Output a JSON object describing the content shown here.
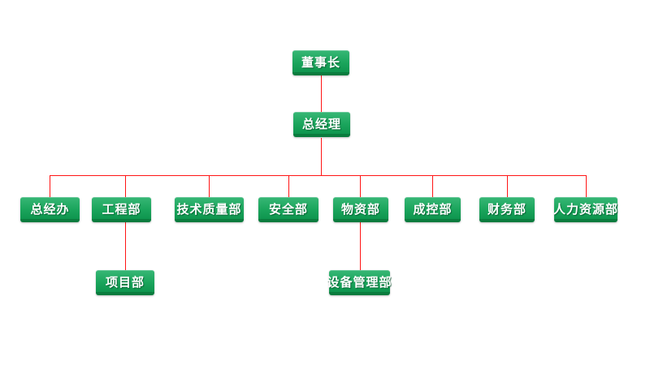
{
  "figure_type": "organization-chart",
  "colors": {
    "node_top": "#36b674",
    "node_mid": "#1aa55c",
    "node_bottom": "#0f954e",
    "node_edge": "#0a7c3e",
    "node_highlight": "#63c795",
    "line": "#ff1515",
    "node_text": "#ffffff",
    "page_bg": "#ffffff"
  },
  "org": {
    "nodes": [
      {
        "id": "chairman",
        "label": "董事长",
        "level": 1
      },
      {
        "id": "general-manager",
        "label": "总经理",
        "level": 2
      },
      {
        "id": "general-office",
        "label": "总经办",
        "level": 3
      },
      {
        "id": "engineering",
        "label": "工程部",
        "level": 3
      },
      {
        "id": "tech-quality",
        "label": "技术质量部",
        "level": 3
      },
      {
        "id": "safety",
        "label": "安全部",
        "level": 3
      },
      {
        "id": "materials",
        "label": "物资部",
        "level": 3
      },
      {
        "id": "cost-control",
        "label": "成控部",
        "level": 3
      },
      {
        "id": "finance",
        "label": "财务部",
        "level": 3
      },
      {
        "id": "hr",
        "label": "人力资源部",
        "level": 3
      },
      {
        "id": "project",
        "label": "项目部",
        "level": 4
      },
      {
        "id": "equipment",
        "label": "设备管理部",
        "level": 4
      }
    ],
    "edges": [
      {
        "from": "chairman",
        "to": "general-manager"
      },
      {
        "from": "general-manager",
        "to": "general-office"
      },
      {
        "from": "general-manager",
        "to": "engineering"
      },
      {
        "from": "general-manager",
        "to": "tech-quality"
      },
      {
        "from": "general-manager",
        "to": "safety"
      },
      {
        "from": "general-manager",
        "to": "materials"
      },
      {
        "from": "general-manager",
        "to": "cost-control"
      },
      {
        "from": "general-manager",
        "to": "finance"
      },
      {
        "from": "general-manager",
        "to": "hr"
      },
      {
        "from": "engineering",
        "to": "project"
      },
      {
        "from": "materials",
        "to": "equipment"
      }
    ]
  }
}
